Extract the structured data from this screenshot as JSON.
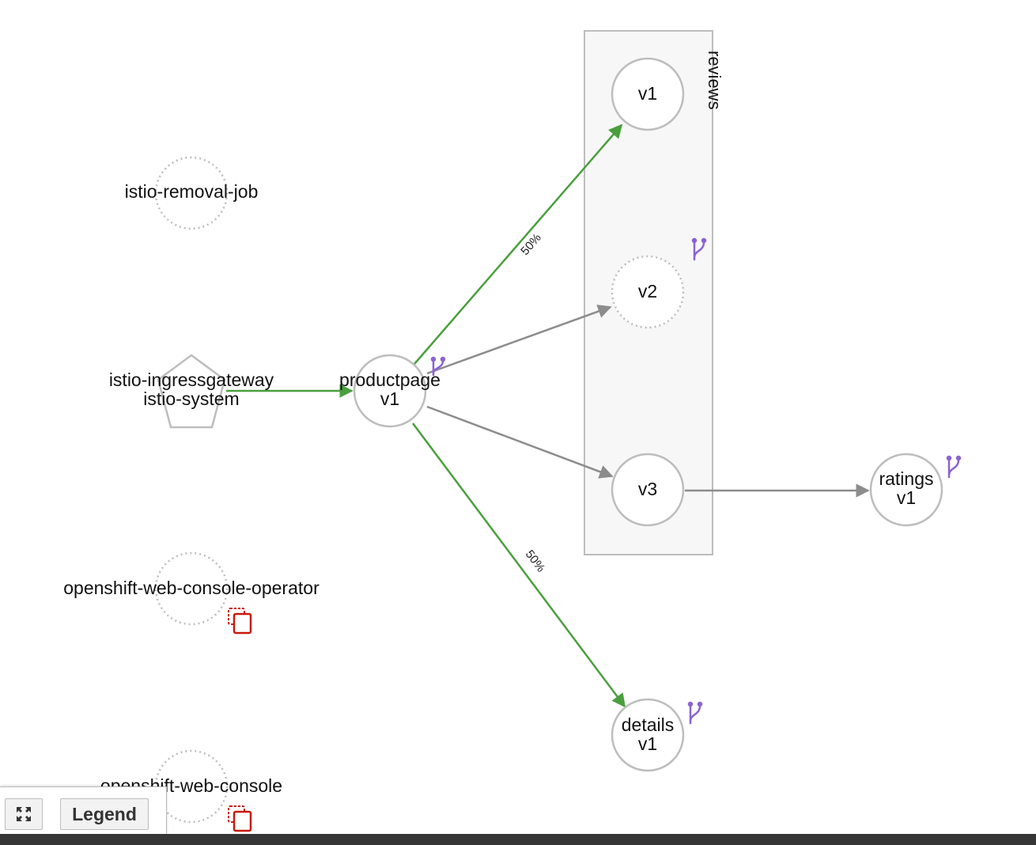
{
  "graph": {
    "group": {
      "label": "reviews"
    },
    "nodes": {
      "istio_removal_job": {
        "label": "istio-removal-job"
      },
      "ingress": {
        "line1": "istio-ingressgateway",
        "line2": "istio-system"
      },
      "productpage": {
        "line1": "productpage",
        "line2": "v1"
      },
      "reviews_v1": {
        "label": "v1"
      },
      "reviews_v2": {
        "label": "v2"
      },
      "reviews_v3": {
        "label": "v3"
      },
      "ratings": {
        "line1": "ratings",
        "line2": "v1"
      },
      "details": {
        "line1": "details",
        "line2": "v1"
      },
      "web_console_operator": {
        "label": "openshift-web-console-operator"
      },
      "web_console": {
        "label": "openshift-web-console"
      }
    },
    "edges": {
      "productpage_to_reviews_v1": {
        "label": "50%"
      },
      "productpage_to_details": {
        "label": "50%"
      }
    },
    "colors": {
      "healthy_edge": "#4a9f3d",
      "idle_edge": "#8c8c8c",
      "node_border": "#bdbdbd",
      "group_fill": "#f7f7f7",
      "virtual_service_icon": "#8a63d2",
      "missing_sidecar_icon": "#c9190b"
    }
  },
  "toolbar": {
    "fit_icon": "expand-arrows-icon",
    "legend_label": "Legend"
  }
}
